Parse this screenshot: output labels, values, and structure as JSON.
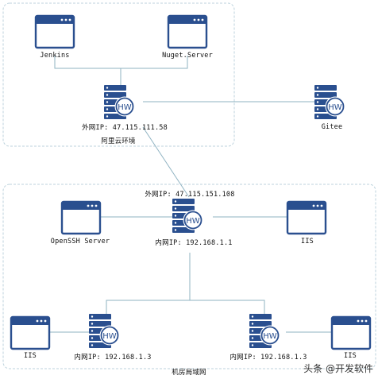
{
  "cloud": {
    "label": "阿里云环境",
    "jenkins": "Jenkins",
    "nuget": "Nuget.Server",
    "server_ip": "外网IP: 47.115.111.58",
    "gitee": "Gitee"
  },
  "lan": {
    "label": "机房局域网",
    "external_ip": "外网IP: 47.115.151.108",
    "openssh": "OpenSSH Server",
    "main_ip": "内网IP: 192.168.1.1",
    "iis_top": "IIS",
    "iis_left": "IIS",
    "left_ip": "内网IP: 192.168.1.3",
    "right_ip": "内网IP: 192.168.1.3",
    "iis_right": "IIS"
  },
  "badge": "HW",
  "watermark": "头条 @开发软件",
  "colors": {
    "primary": "#2a4f8f",
    "line": "#8fb3c2",
    "border": "#bcd2dc"
  }
}
